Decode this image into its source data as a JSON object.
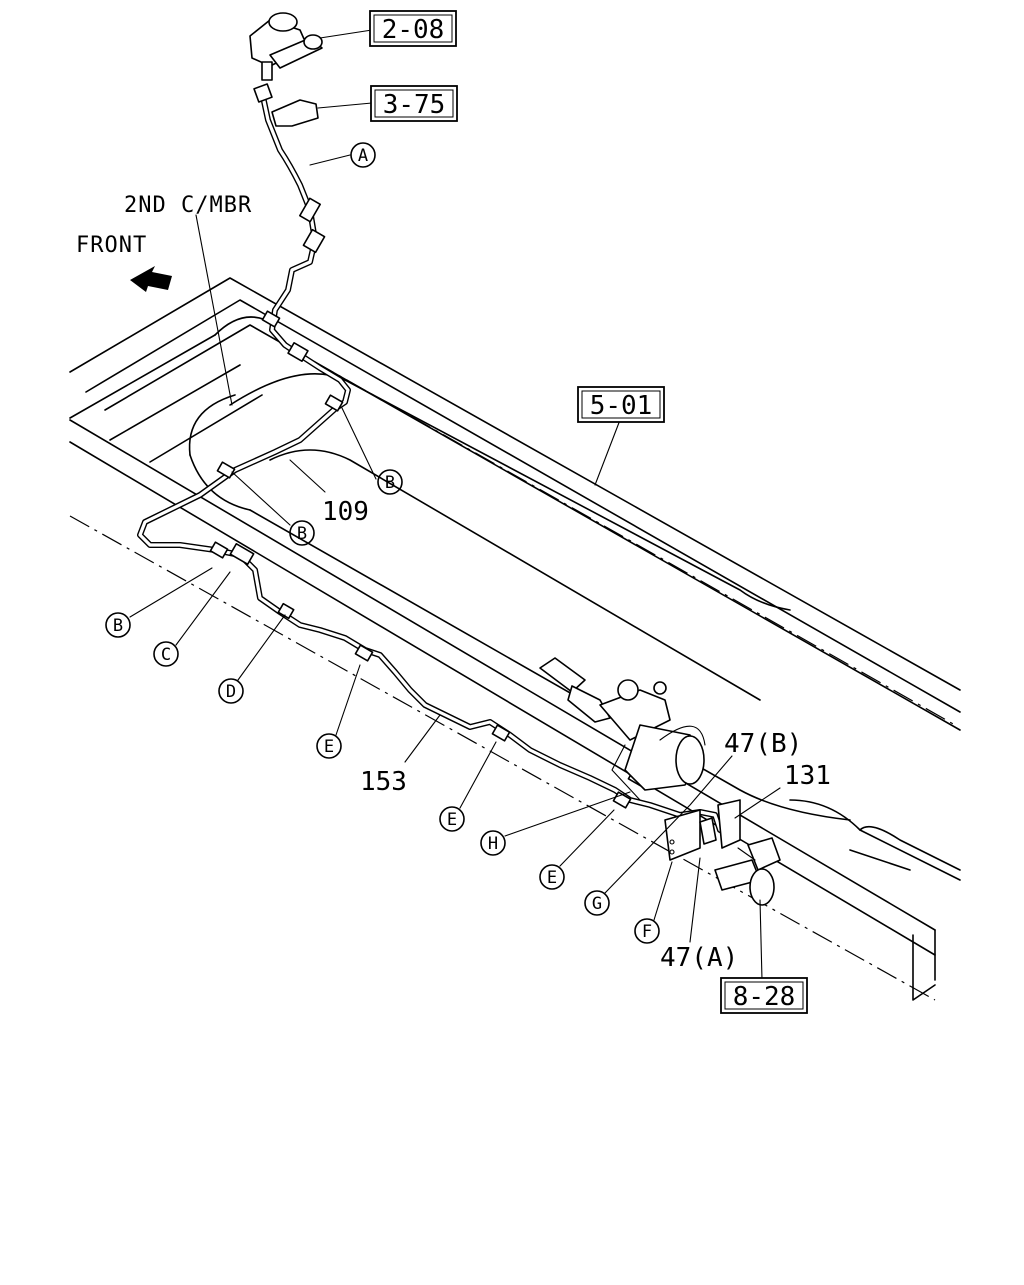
{
  "diagram": {
    "orientation_label": "FRONT",
    "crossmember_label": "2ND C/MBR",
    "reference_boxes": [
      "2-08",
      "3-75",
      "5-01",
      "8-28"
    ],
    "part_numbers": [
      "109",
      "153",
      "47(B)",
      "131",
      "47(A)"
    ],
    "callouts": [
      "A",
      "B",
      "B",
      "B",
      "C",
      "D",
      "E",
      "E",
      "E",
      "H",
      "G",
      "F"
    ]
  }
}
